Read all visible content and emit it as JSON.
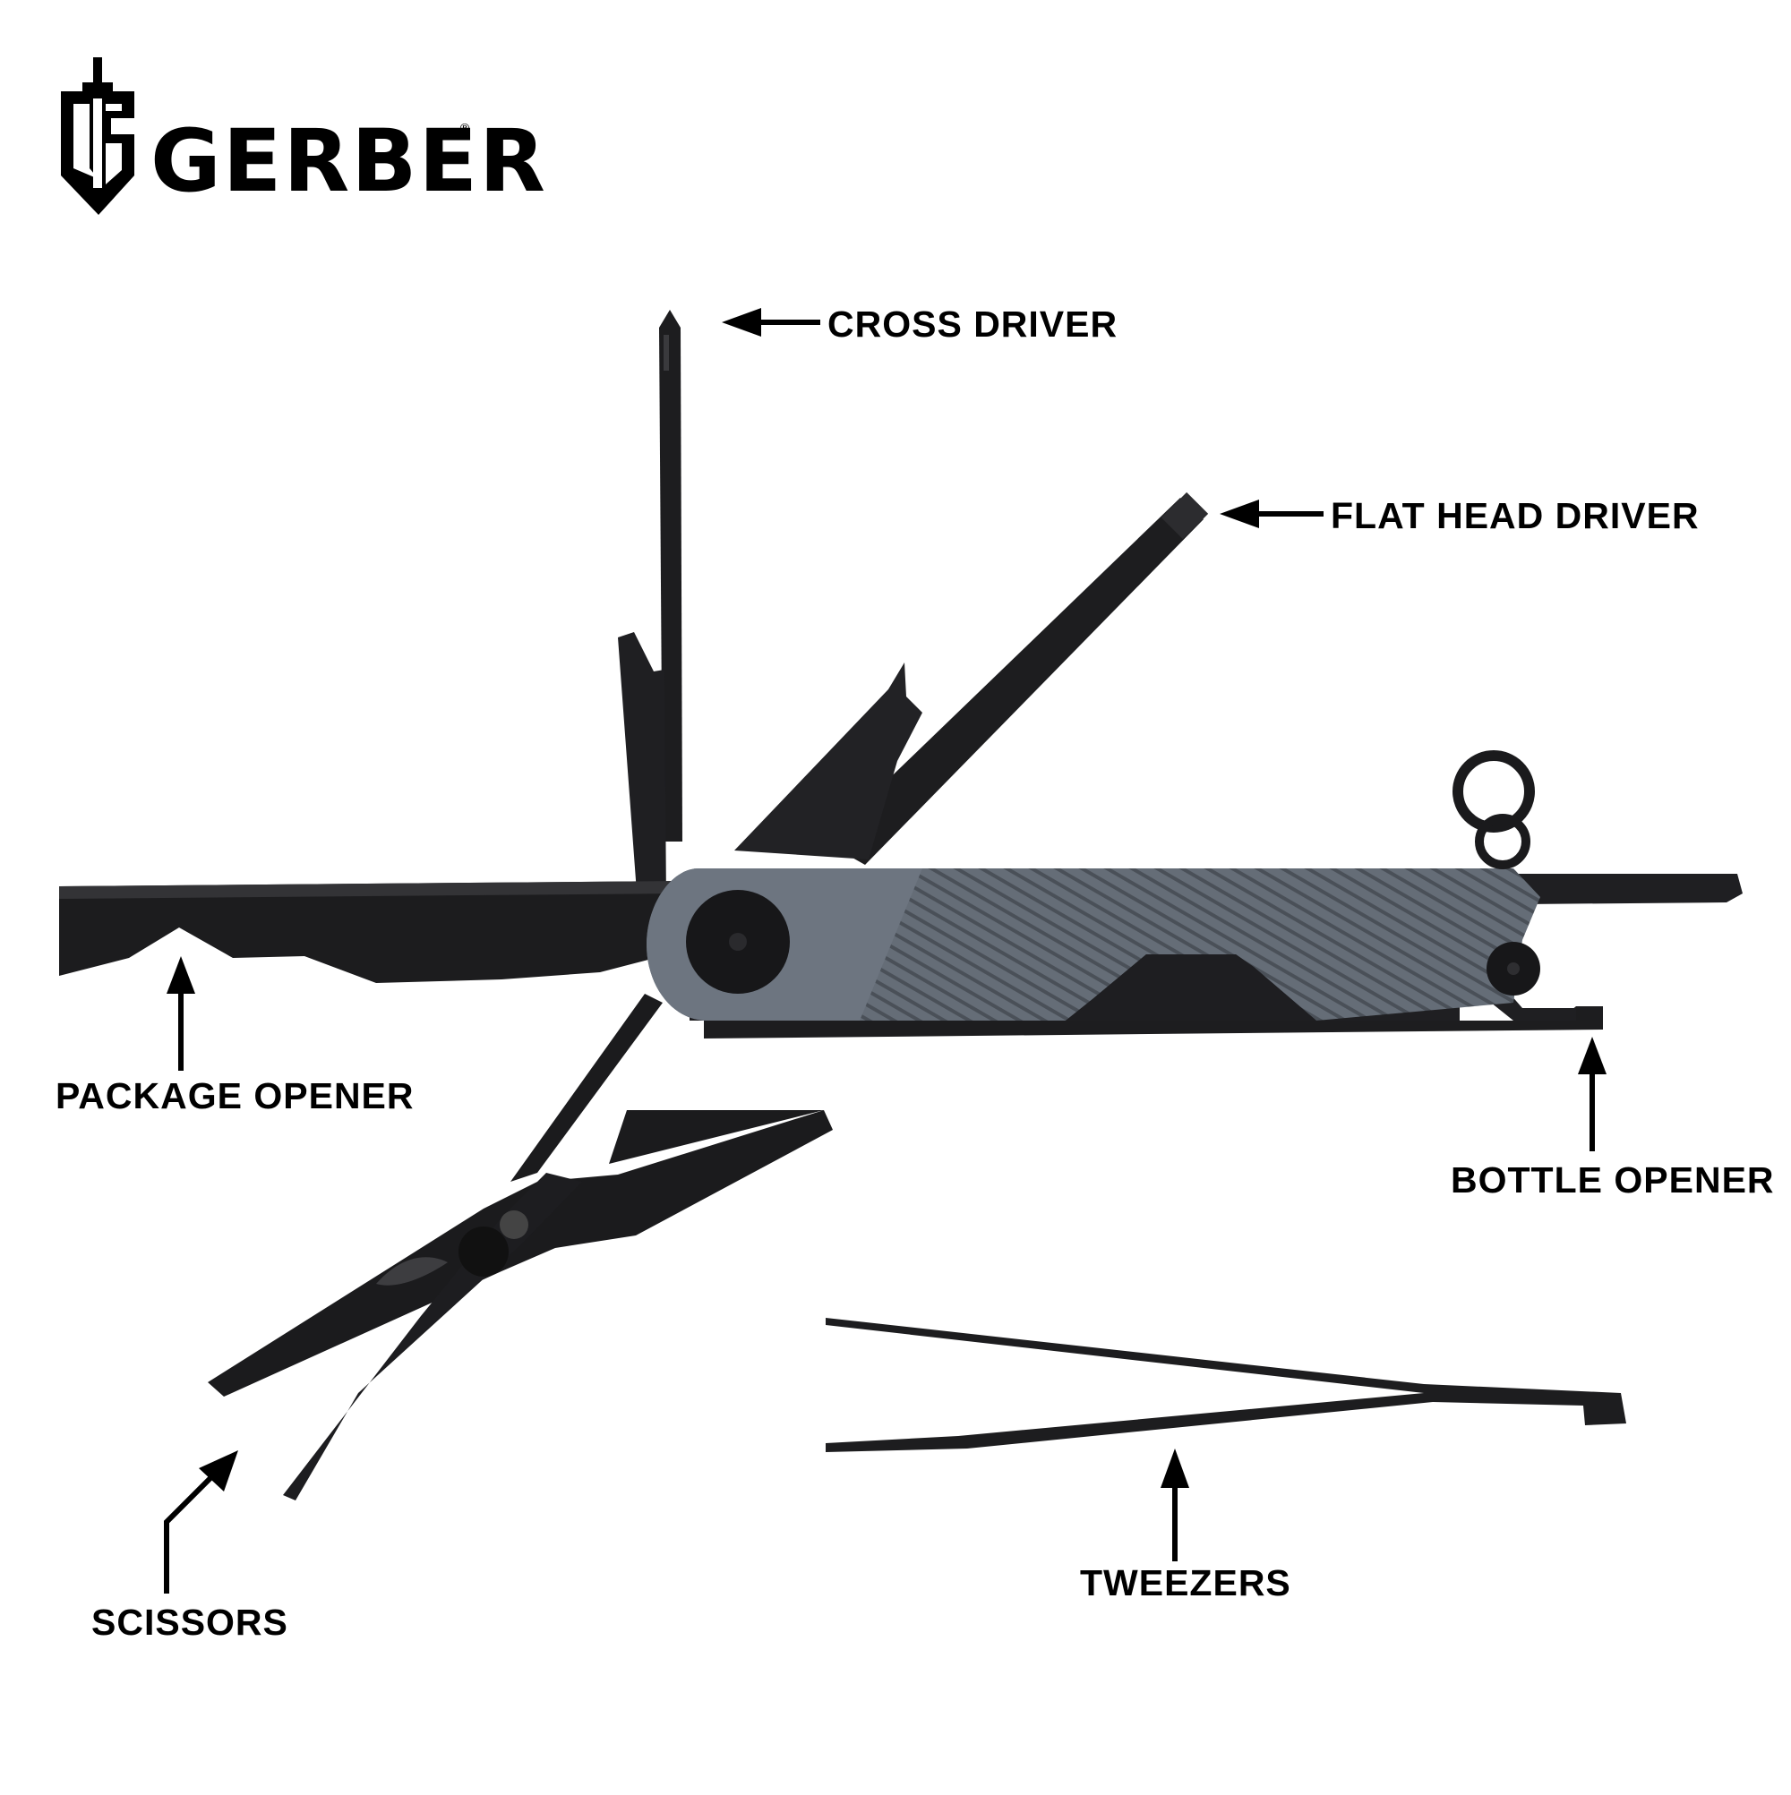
{
  "brand": {
    "name": "GERBER",
    "registered_mark": "®",
    "logo_icon": "gerber-shield-sword-icon"
  },
  "colors": {
    "background": "#ffffff",
    "tool_black": "#1d1d1f",
    "handle_gray": "#5f6670",
    "handle_gray_light": "#7a828c",
    "text": "#000000"
  },
  "callouts": [
    {
      "id": "cross-driver",
      "label": "CROSS DRIVER"
    },
    {
      "id": "flat-head-driver",
      "label": "FLAT HEAD DRIVER"
    },
    {
      "id": "package-opener",
      "label": "PACKAGE OPENER"
    },
    {
      "id": "bottle-opener",
      "label": "BOTTLE OPENER"
    },
    {
      "id": "scissors",
      "label": "SCISSORS"
    },
    {
      "id": "tweezers",
      "label": "TWEEZERS"
    }
  ]
}
